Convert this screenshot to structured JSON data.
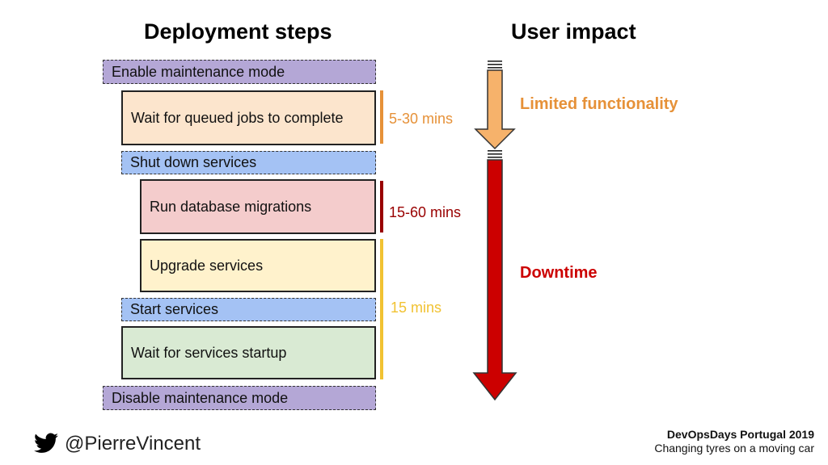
{
  "headings": {
    "left": "Deployment steps",
    "right": "User impact"
  },
  "steps": [
    "Enable maintenance mode",
    "Wait for queued jobs to complete",
    "Shut down services",
    "Run database migrations",
    "Upgrade services",
    "Start services",
    "Wait for services startup",
    "Disable maintenance mode"
  ],
  "durations": [
    {
      "label": "5-30 mins",
      "color": "#e69138"
    },
    {
      "label": "15-60 mins",
      "color": "#990000"
    },
    {
      "label": "15 mins",
      "color": "#f1c232"
    }
  ],
  "impact": {
    "limited": {
      "label": "Limited functionality",
      "color": "#e69138"
    },
    "downtime": {
      "label": "Downtime",
      "color": "#cc0000"
    }
  },
  "footer": {
    "twitter_handle": "@PierreVincent",
    "event": "DevOpsDays Portugal 2019",
    "talk": "Changing tyres on a moving car"
  },
  "colors": {
    "twitter_blue": "#000000",
    "step_purple": "#b4a7d6",
    "step_blue": "#a4c2f4"
  }
}
